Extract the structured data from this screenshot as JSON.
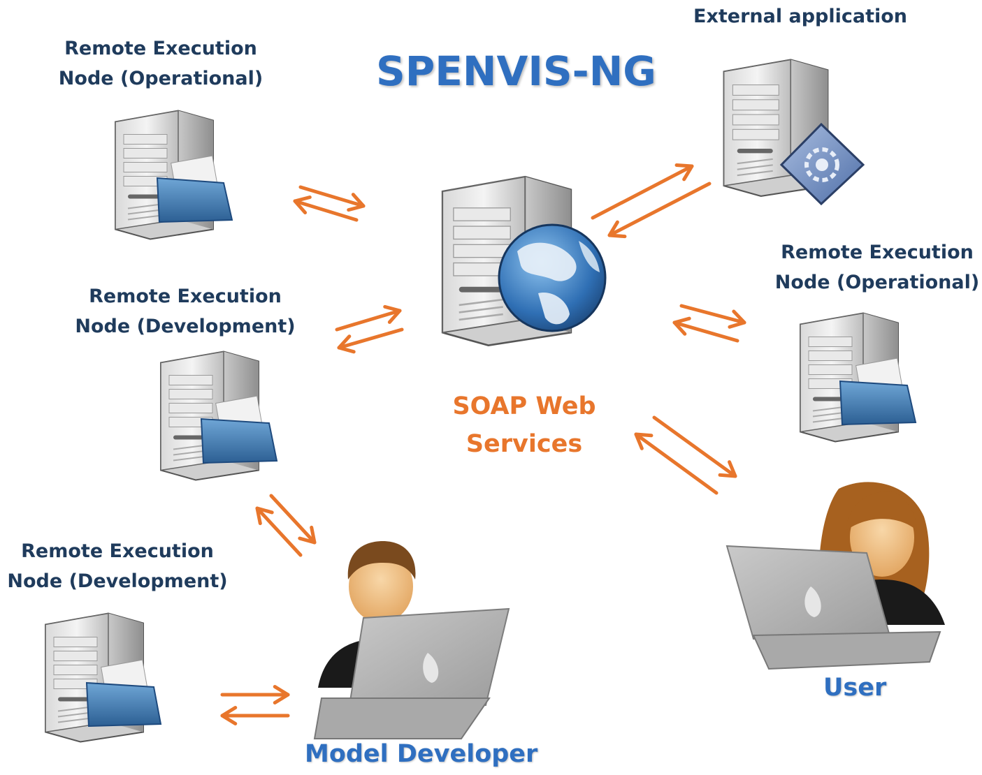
{
  "title": "SPENVIS-NG",
  "center": {
    "line1": "SOAP Web",
    "line2": "Services",
    "icon": "globe-server-icon"
  },
  "nodes": {
    "ext_app": {
      "label": "External application",
      "icon": "gear-server-icon"
    },
    "op_left": {
      "line1": "Remote Execution",
      "line2": "Node (Operational)",
      "icon": "folder-server-icon"
    },
    "op_right": {
      "line1": "Remote Execution",
      "line2": "Node (Operational)",
      "icon": "folder-server-icon"
    },
    "dev_mid": {
      "line1": "Remote Execution",
      "line2": "Node (Development)",
      "icon": "folder-server-icon"
    },
    "dev_low": {
      "line1": "Remote Execution",
      "line2": "Node (Development)",
      "icon": "folder-server-icon"
    }
  },
  "roles": {
    "developer": "Model Developer",
    "user": "User"
  },
  "colors": {
    "arrow": "#e8762c",
    "title": "#2f6fc0",
    "label": "#1f3b5c",
    "role": "#2f6fc0"
  }
}
